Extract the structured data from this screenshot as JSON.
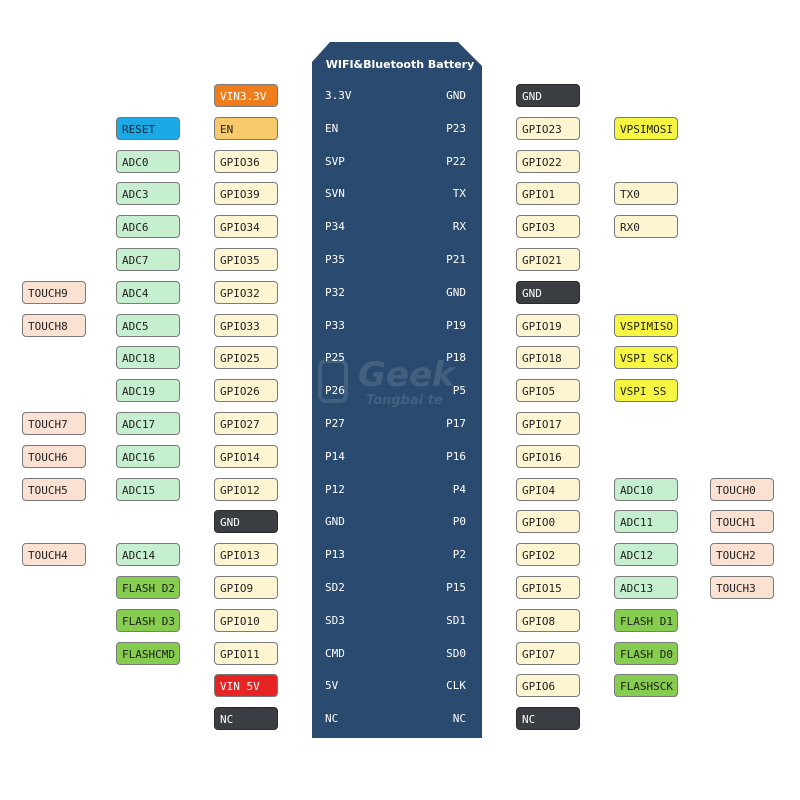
{
  "board": {
    "title": "WIFI&Bluetooth Battery",
    "color": "#2b4a6f",
    "watermark": {
      "main": "Geek",
      "sub": "Tongbai te"
    }
  },
  "colors": {
    "gpio": "#fdf5d2",
    "adc": "#c5efcf",
    "touch": "#fae1d2",
    "dark": "#3a3d42",
    "vin33": "#f07d1c",
    "reset": "#1aa9e4",
    "en": "#f7c96a",
    "vspi": "#f5f542",
    "flash": "#86cc4f",
    "vin5": "#e62424"
  },
  "left_rows": [
    {
      "pin": "3.3V",
      "chips": [
        {
          "text": "VIN3.3V",
          "kind": "vin33"
        }
      ]
    },
    {
      "pin": "EN",
      "chips": [
        {
          "text": "EN",
          "kind": "en"
        },
        {
          "text": "RESET",
          "kind": "reset"
        }
      ]
    },
    {
      "pin": "SVP",
      "chips": [
        {
          "text": "GPIO36",
          "kind": "gpio"
        },
        {
          "text": "ADC0",
          "kind": "adc"
        }
      ]
    },
    {
      "pin": "SVN",
      "chips": [
        {
          "text": "GPIO39",
          "kind": "gpio"
        },
        {
          "text": "ADC3",
          "kind": "adc"
        }
      ]
    },
    {
      "pin": "P34",
      "chips": [
        {
          "text": "GPIO34",
          "kind": "gpio"
        },
        {
          "text": "ADC6",
          "kind": "adc"
        }
      ]
    },
    {
      "pin": "P35",
      "chips": [
        {
          "text": "GPIO35",
          "kind": "gpio"
        },
        {
          "text": "ADC7",
          "kind": "adc"
        }
      ]
    },
    {
      "pin": "P32",
      "chips": [
        {
          "text": "GPIO32",
          "kind": "gpio"
        },
        {
          "text": "ADC4",
          "kind": "adc"
        },
        {
          "text": "TOUCH9",
          "kind": "touch"
        }
      ]
    },
    {
      "pin": "P33",
      "chips": [
        {
          "text": "GPIO33",
          "kind": "gpio"
        },
        {
          "text": "ADC5",
          "kind": "adc"
        },
        {
          "text": "TOUCH8",
          "kind": "touch"
        }
      ]
    },
    {
      "pin": "P25",
      "chips": [
        {
          "text": "GPIO25",
          "kind": "gpio"
        },
        {
          "text": "ADC18",
          "kind": "adc"
        }
      ]
    },
    {
      "pin": "P26",
      "chips": [
        {
          "text": "GPIO26",
          "kind": "gpio"
        },
        {
          "text": "ADC19",
          "kind": "adc"
        }
      ]
    },
    {
      "pin": "P27",
      "chips": [
        {
          "text": "GPIO27",
          "kind": "gpio"
        },
        {
          "text": "ADC17",
          "kind": "adc"
        },
        {
          "text": "TOUCH7",
          "kind": "touch"
        }
      ]
    },
    {
      "pin": "P14",
      "chips": [
        {
          "text": "GPIO14",
          "kind": "gpio"
        },
        {
          "text": "ADC16",
          "kind": "adc"
        },
        {
          "text": "TOUCH6",
          "kind": "touch"
        }
      ]
    },
    {
      "pin": "P12",
      "chips": [
        {
          "text": "GPIO12",
          "kind": "gpio"
        },
        {
          "text": "ADC15",
          "kind": "adc"
        },
        {
          "text": "TOUCH5",
          "kind": "touch"
        }
      ]
    },
    {
      "pin": "GND",
      "chips": [
        {
          "text": "GND",
          "kind": "dark"
        }
      ]
    },
    {
      "pin": "P13",
      "chips": [
        {
          "text": "GPIO13",
          "kind": "gpio"
        },
        {
          "text": "ADC14",
          "kind": "adc"
        },
        {
          "text": "TOUCH4",
          "kind": "touch"
        }
      ]
    },
    {
      "pin": "SD2",
      "chips": [
        {
          "text": "GPIO9",
          "kind": "gpio"
        },
        {
          "text": "FLASH D2",
          "kind": "flash"
        }
      ]
    },
    {
      "pin": "SD3",
      "chips": [
        {
          "text": "GPIO10",
          "kind": "gpio"
        },
        {
          "text": "FLASH D3",
          "kind": "flash"
        }
      ]
    },
    {
      "pin": "CMD",
      "chips": [
        {
          "text": "GPIO11",
          "kind": "gpio"
        },
        {
          "text": "FLASHCMD",
          "kind": "flash"
        }
      ]
    },
    {
      "pin": "5V",
      "chips": [
        {
          "text": "VIN 5V",
          "kind": "vin5"
        }
      ]
    },
    {
      "pin": "NC",
      "chips": [
        {
          "text": "NC",
          "kind": "dark"
        }
      ]
    }
  ],
  "right_rows": [
    {
      "pin": "GND",
      "chips": [
        {
          "text": "GND",
          "kind": "dark"
        }
      ]
    },
    {
      "pin": "P23",
      "chips": [
        {
          "text": "GPIO23",
          "kind": "gpio"
        },
        {
          "text": "VPSIMOSI",
          "kind": "vspi"
        }
      ]
    },
    {
      "pin": "P22",
      "chips": [
        {
          "text": "GPIO22",
          "kind": "gpio"
        }
      ]
    },
    {
      "pin": "TX",
      "chips": [
        {
          "text": "GPIO1",
          "kind": "gpio"
        },
        {
          "text": "TX0",
          "kind": "gpio"
        }
      ]
    },
    {
      "pin": "RX",
      "chips": [
        {
          "text": "GPIO3",
          "kind": "gpio"
        },
        {
          "text": "RX0",
          "kind": "gpio"
        }
      ]
    },
    {
      "pin": "P21",
      "chips": [
        {
          "text": "GPIO21",
          "kind": "gpio"
        }
      ]
    },
    {
      "pin": "GND",
      "chips": [
        {
          "text": "GND",
          "kind": "dark"
        }
      ]
    },
    {
      "pin": "P19",
      "chips": [
        {
          "text": "GPIO19",
          "kind": "gpio"
        },
        {
          "text": "VSPIMISO",
          "kind": "vspi"
        }
      ]
    },
    {
      "pin": "P18",
      "chips": [
        {
          "text": "GPIO18",
          "kind": "gpio"
        },
        {
          "text": "VSPI SCK",
          "kind": "vspi"
        }
      ]
    },
    {
      "pin": "P5",
      "chips": [
        {
          "text": "GPIO5",
          "kind": "gpio"
        },
        {
          "text": "VSPI SS",
          "kind": "vspi"
        }
      ]
    },
    {
      "pin": "P17",
      "chips": [
        {
          "text": "GPIO17",
          "kind": "gpio"
        }
      ]
    },
    {
      "pin": "P16",
      "chips": [
        {
          "text": "GPIO16",
          "kind": "gpio"
        }
      ]
    },
    {
      "pin": "P4",
      "chips": [
        {
          "text": "GPIO4",
          "kind": "gpio"
        },
        {
          "text": "ADC10",
          "kind": "adc"
        },
        {
          "text": "TOUCH0",
          "kind": "touch"
        }
      ]
    },
    {
      "pin": "P0",
      "chips": [
        {
          "text": "GPIO0",
          "kind": "gpio"
        },
        {
          "text": "ADC11",
          "kind": "adc"
        },
        {
          "text": "TOUCH1",
          "kind": "touch"
        }
      ]
    },
    {
      "pin": "P2",
      "chips": [
        {
          "text": "GPIO2",
          "kind": "gpio"
        },
        {
          "text": "ADC12",
          "kind": "adc"
        },
        {
          "text": "TOUCH2",
          "kind": "touch"
        }
      ]
    },
    {
      "pin": "P15",
      "chips": [
        {
          "text": "GPIO15",
          "kind": "gpio"
        },
        {
          "text": "ADC13",
          "kind": "adc"
        },
        {
          "text": "TOUCH3",
          "kind": "touch"
        }
      ]
    },
    {
      "pin": "SD1",
      "chips": [
        {
          "text": "GPIO8",
          "kind": "gpio"
        },
        {
          "text": "FLASH D1",
          "kind": "flash"
        }
      ]
    },
    {
      "pin": "SD0",
      "chips": [
        {
          "text": "GPIO7",
          "kind": "gpio"
        },
        {
          "text": "FLASH D0",
          "kind": "flash"
        }
      ]
    },
    {
      "pin": "CLK",
      "chips": [
        {
          "text": "GPIO6",
          "kind": "gpio"
        },
        {
          "text": "FLASHSCK",
          "kind": "flash"
        }
      ]
    },
    {
      "pin": "NC",
      "chips": [
        {
          "text": "NC",
          "kind": "dark"
        }
      ]
    }
  ]
}
